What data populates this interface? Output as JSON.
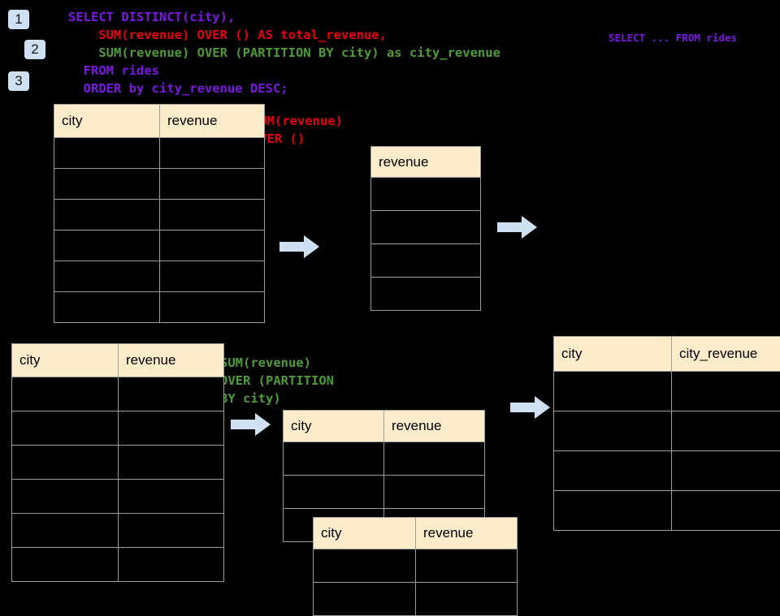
{
  "badges": [
    {
      "name": "step-1",
      "label": "1"
    },
    {
      "name": "step-2",
      "label": "2"
    },
    {
      "name": "step-3",
      "label": "3"
    }
  ],
  "query": {
    "lines": [
      {
        "text": "SELECT DISTINCT(city),",
        "color": "#7a18e0",
        "indent": 0
      },
      {
        "text": "SUM(revenue) OVER () AS total_revenue,",
        "color": "#e8000d",
        "indent": 1
      },
      {
        "text": "SUM(revenue) OVER (PARTITION BY city) as city_revenue",
        "color": "#4d9c37",
        "indent": 1
      },
      {
        "text": "FROM rides",
        "color": "#7a18e0",
        "indent": 0
      },
      {
        "text": "ORDER by city_revenue DESC;",
        "color": "#7a18e0",
        "indent": 0
      }
    ],
    "line_1": "SELECT DISTINCT(city),",
    "line_2": "    SUM(revenue) OVER () AS total_revenue,",
    "line_3": "    SUM(revenue) OVER (PARTITION BY city) as city_revenue",
    "line_4": "  FROM rides",
    "line_5": "  ORDER by city_revenue DESC;"
  },
  "sidenote": {
    "text": "SELECT ... FROM rides",
    "color": "#7a18e0"
  },
  "annotations": {
    "total_revenue": {
      "text": "SUM(revenue)\nOVER ()",
      "color": "#e8000d"
    },
    "partition": {
      "text": "SUM(revenue)\nOVER (PARTITION\nBY city)",
      "color": "#4d9c37"
    }
  },
  "tables": {
    "rides_top": {
      "name": "rides-source-table-top",
      "headers": [
        "city",
        "revenue"
      ],
      "row_count": 6,
      "rows": [
        [
          "",
          ""
        ],
        [
          "",
          ""
        ],
        [
          "",
          ""
        ],
        [
          "",
          ""
        ],
        [
          "",
          ""
        ],
        [
          "",
          ""
        ]
      ]
    },
    "total_revenue": {
      "name": "total-revenue-table",
      "headers": [
        "revenue"
      ],
      "row_count": 4,
      "rows": [
        [
          ""
        ],
        [
          ""
        ],
        [
          ""
        ],
        [
          ""
        ]
      ]
    },
    "rides_bottom": {
      "name": "rides-source-table-bottom",
      "headers": [
        "city",
        "revenue"
      ],
      "row_count": 6,
      "rows": [
        [
          "",
          ""
        ],
        [
          "",
          ""
        ],
        [
          "",
          ""
        ],
        [
          "",
          ""
        ],
        [
          "",
          ""
        ],
        [
          "",
          ""
        ]
      ]
    },
    "partition_a": {
      "name": "partition-group-table-a",
      "headers": [
        "city",
        "revenue"
      ],
      "row_count": 3,
      "rows": [
        [
          "",
          ""
        ],
        [
          "",
          ""
        ],
        [
          "",
          ""
        ]
      ]
    },
    "partition_b": {
      "name": "partition-group-table-b",
      "headers": [
        "city",
        "revenue"
      ],
      "row_count": 2,
      "rows": [
        [
          "",
          ""
        ],
        [
          "",
          ""
        ]
      ]
    },
    "city_revenue": {
      "name": "city-revenue-result-table",
      "headers": [
        "city",
        "city_revenue"
      ],
      "row_count": 4,
      "rows": [
        [
          "",
          ""
        ],
        [
          "",
          ""
        ],
        [
          "",
          ""
        ],
        [
          "",
          ""
        ]
      ]
    }
  },
  "colors": {
    "background": "#000000",
    "header_fill": "#fcecca",
    "cell_border": "#9b9b9b",
    "arrow_fill": "#cfe0f2",
    "badge_fill": "#cfe0f2",
    "purple": "#7a18e0",
    "red": "#e8000d",
    "green": "#4d9c37"
  },
  "arrows": [
    {
      "name": "arrow-rides-to-total-revenue"
    },
    {
      "name": "arrow-total-revenue-to-result"
    },
    {
      "name": "arrow-rides-to-partitions"
    },
    {
      "name": "arrow-partitions-to-result"
    }
  ]
}
